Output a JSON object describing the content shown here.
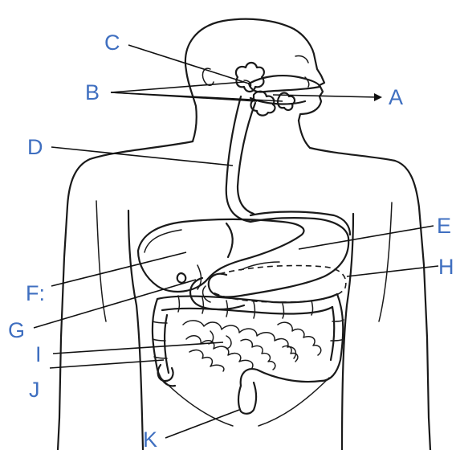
{
  "diagram": {
    "labels": {
      "A": "A",
      "B": "B",
      "C": "C",
      "D": "D",
      "E": "E",
      "F": "F:",
      "G": "G",
      "H": "H",
      "I": "I",
      "J": "J",
      "K": "K"
    },
    "label_color": "#3f6fc0",
    "line_color": "#1a1a1a"
  }
}
